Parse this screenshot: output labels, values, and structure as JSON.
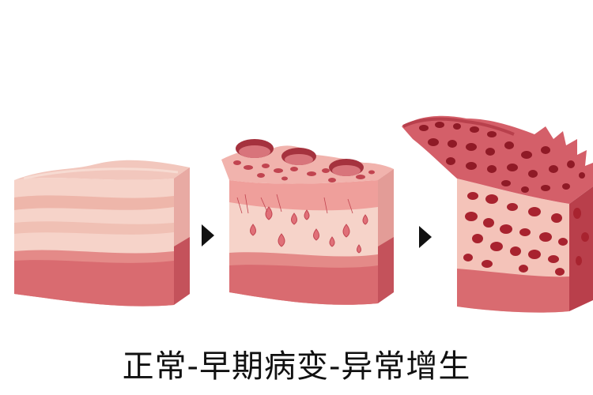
{
  "caption": "正常-早期病变-异常增生",
  "stages": [
    {
      "id": "normal",
      "icon": "normal-tissue-block-icon"
    },
    {
      "id": "early-lesion",
      "icon": "early-lesion-tissue-block-icon"
    },
    {
      "id": "dysplasia",
      "icon": "dysplasia-tissue-block-icon"
    }
  ],
  "arrows": [
    "right-arrow-icon",
    "right-arrow-icon"
  ],
  "colors": {
    "background": "#ffffff",
    "skin_top": "#f2c7bd",
    "skin_layer": "#efbdb2",
    "skin_light": "#f8dcd3",
    "tissue_pink": "#ea9b98",
    "base_red": "#d96b70",
    "base_dark": "#c4525b",
    "lesion_dark": "#9b1f2a",
    "lesion_mid": "#c14450",
    "arrow": "#111111",
    "caption": "#111111"
  }
}
